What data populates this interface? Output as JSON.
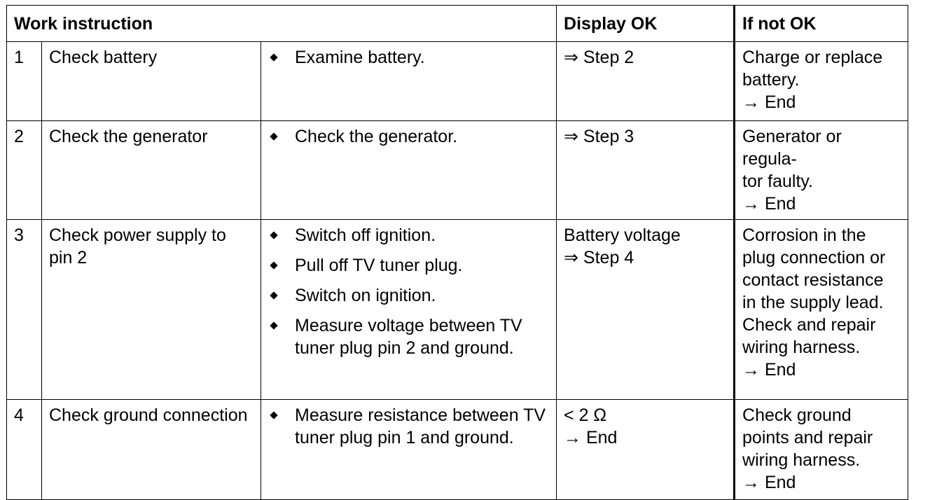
{
  "header": {
    "work_instruction": "Work instruction",
    "display_ok": "Display OK",
    "if_not_ok": "If not OK"
  },
  "rows": [
    {
      "step": "1",
      "task": "Check battery",
      "instructions": [
        "Examine battery."
      ],
      "display_ok": [
        "⇒ Step 2"
      ],
      "if_not_ok": [
        "Charge or replace",
        "battery.",
        "→ End"
      ]
    },
    {
      "step": "2",
      "task": "Check the generator",
      "instructions": [
        "Check the generator."
      ],
      "display_ok": [
        "⇒ Step 3"
      ],
      "if_not_ok": [
        "Generator or regula-",
        "tor faulty.",
        "→ End"
      ]
    },
    {
      "step": "3",
      "task": "Check power supply to pin 2",
      "instructions": [
        "Switch off ignition.",
        "Pull off TV tuner plug.",
        "Switch on ignition.",
        "Measure voltage between TV tuner plug pin 2 and ground."
      ],
      "display_ok": [
        "Battery voltage",
        "⇒ Step 4"
      ],
      "if_not_ok": [
        "Corrosion in the",
        "plug connection or",
        "contact resistance",
        "in the supply lead.",
        "Check and repair",
        "wiring harness.",
        "→ End"
      ]
    },
    {
      "step": "4",
      "task": "Check ground connection",
      "instructions": [
        "Measure resistance between TV tuner plug pin 1 and ground."
      ],
      "display_ok": [
        "< 2 Ω",
        "→ End"
      ],
      "if_not_ok": [
        "Check ground",
        "points and repair",
        "wiring harness.",
        "→ End"
      ]
    }
  ]
}
